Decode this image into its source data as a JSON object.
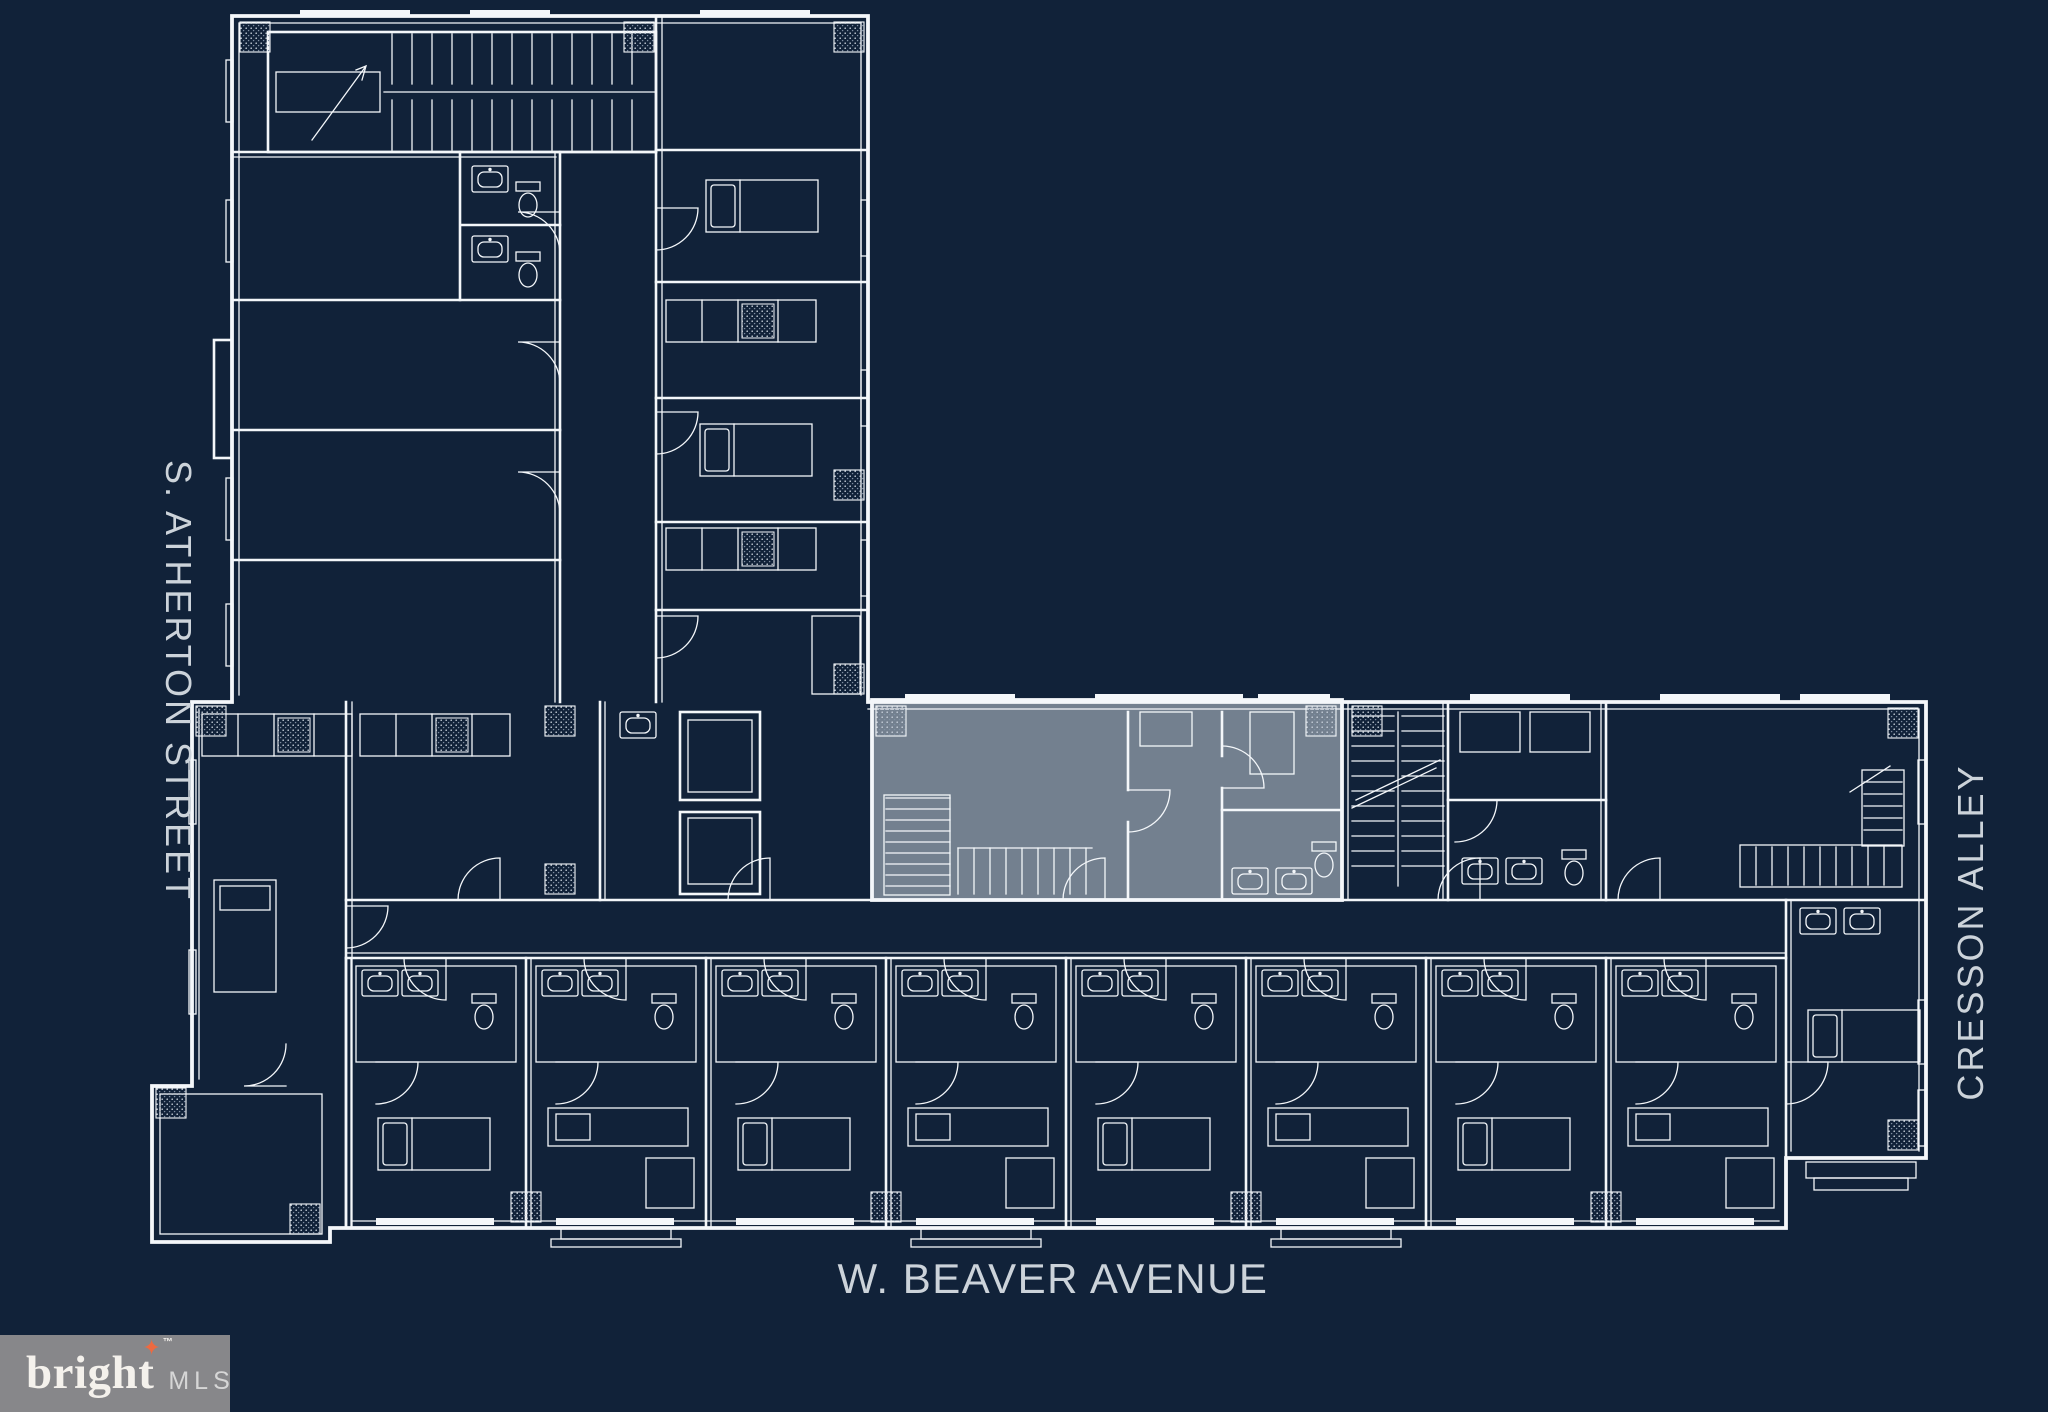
{
  "labels": {
    "street_left": "S. ATHERTON STREET",
    "street_right": "CRESSON ALLEY",
    "street_bottom": "W. BEAVER AVENUE"
  },
  "logo": {
    "brand": "bright",
    "star": "✦",
    "tm": "™",
    "suffix": "MLS"
  },
  "colors": {
    "background": "#112239",
    "line": "#f4f7fa",
    "label": "#ccd3da",
    "highlight_fill": "#73808f",
    "logo_bg": "#87878a",
    "logo_star": "#ed6a41",
    "logo_text": "#f4f1ec",
    "logo_mls": "#d6d6d6"
  }
}
